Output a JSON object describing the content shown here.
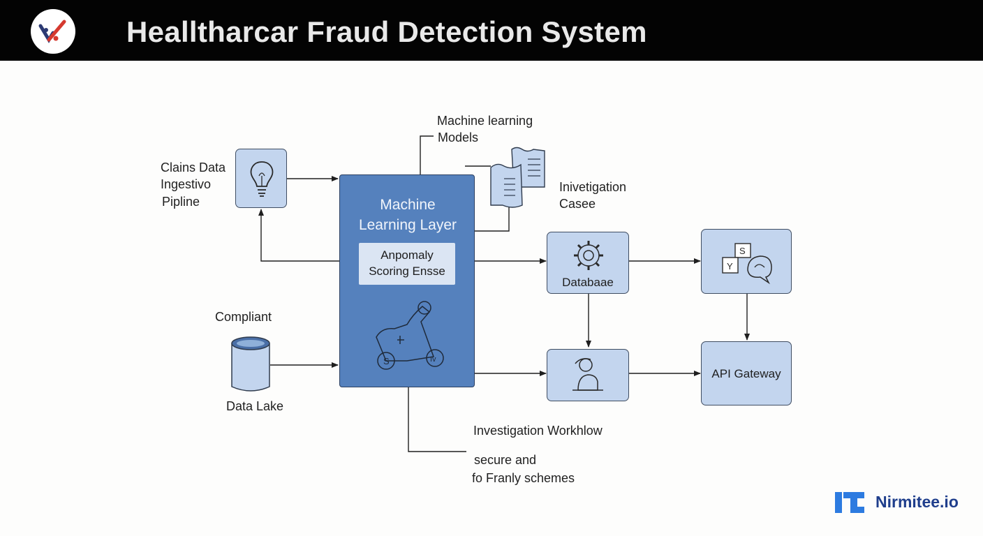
{
  "header": {
    "title": "Healltharcar Fraud Detection System"
  },
  "labels": {
    "claims_data": [
      "Clains Data",
      "Ingestivo",
      "Pipline"
    ],
    "ml_models": [
      "Machine learning",
      "Models"
    ],
    "investigation_cases": [
      "Inivetigation",
      "Casee"
    ],
    "compliant": "Compliant",
    "data_lake": "Data Lake",
    "investigation_workflow": "Investigation Workhlow",
    "secure_schemes": [
      "secure and",
      "fo Franly schemes"
    ]
  },
  "ml_layer": {
    "title": [
      "Machine",
      "Learning Layer"
    ],
    "inner": [
      "Anpomaly",
      "Scoring Ensse"
    ]
  },
  "boxes": {
    "database": "Databaae",
    "api_gateway": "API Gateway"
  },
  "brand": {
    "name": "Nirmitee.io"
  },
  "colors": {
    "header_bg": "#030303",
    "box_fill": "#c3d5ee",
    "ml_layer_fill": "#5581bd",
    "brand_blue": "#2d7be0"
  }
}
